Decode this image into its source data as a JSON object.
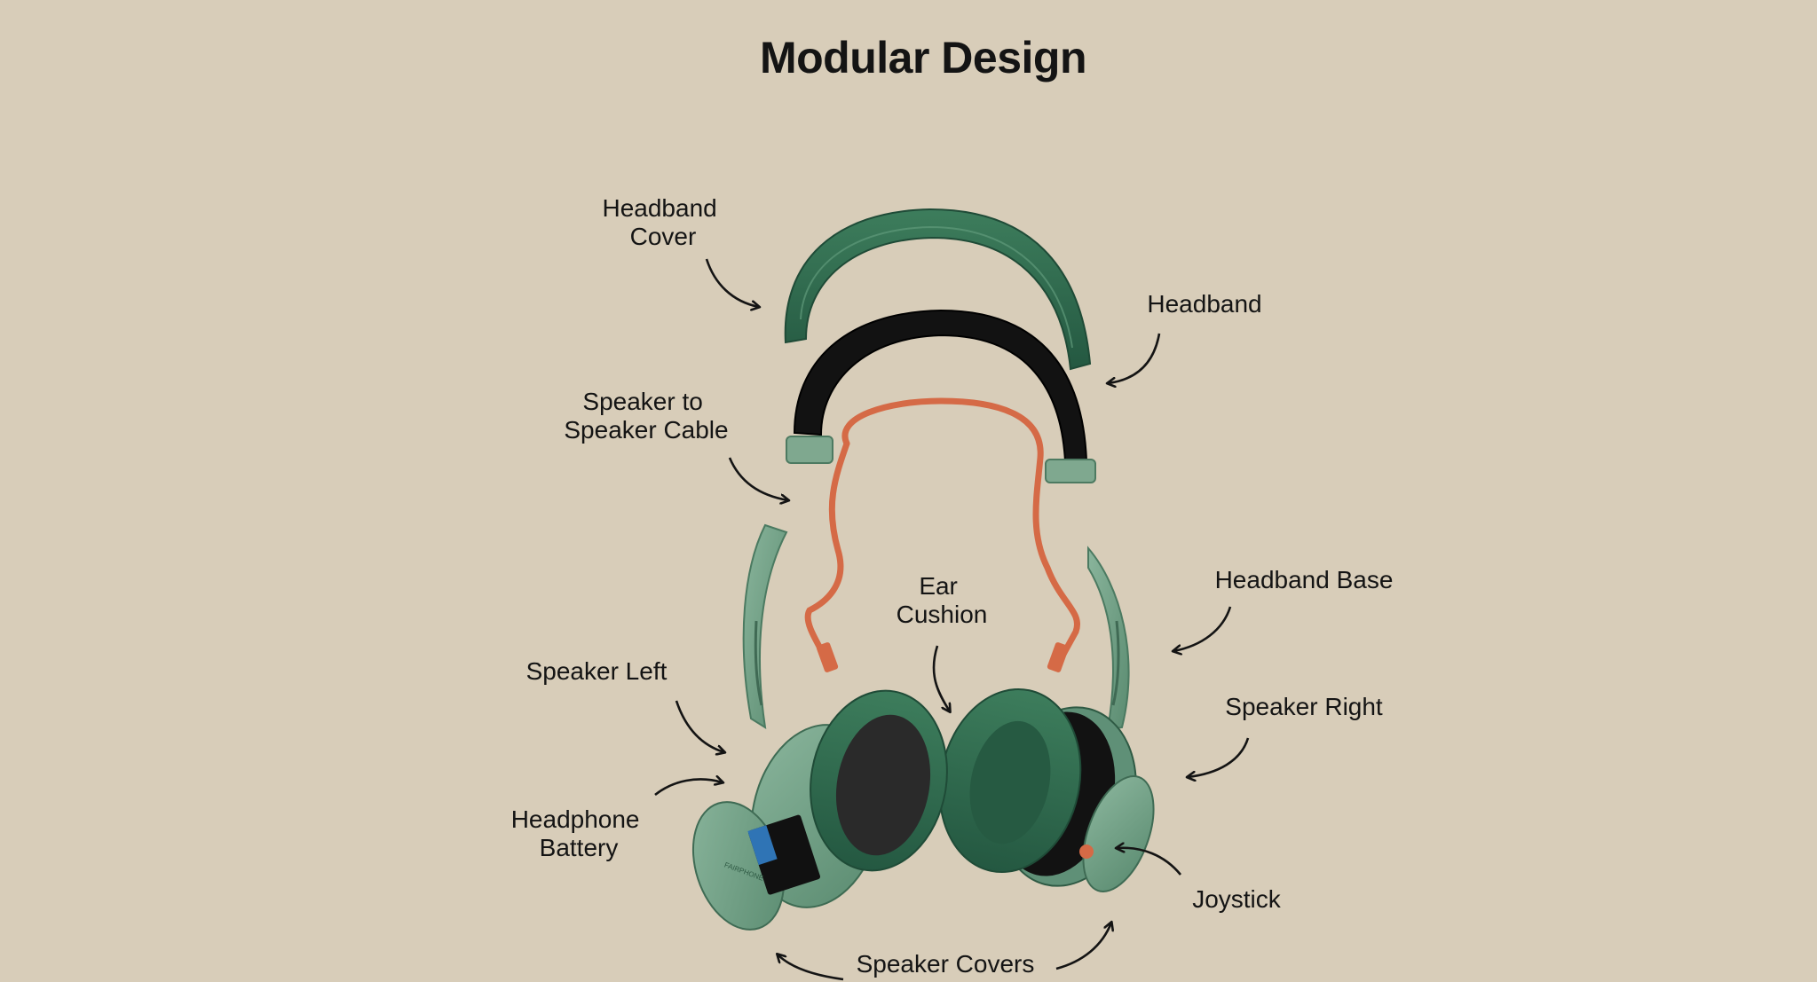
{
  "title": "Modular Design",
  "labels": {
    "headband_cover": [
      "Headband",
      "Cover"
    ],
    "headband": [
      "Headband"
    ],
    "speaker_cable": [
      "Speaker to",
      "Speaker Cable"
    ],
    "ear_cushion": [
      "Ear",
      "Cushion"
    ],
    "headband_base": [
      "Headband Base"
    ],
    "speaker_left": [
      "Speaker Left"
    ],
    "speaker_right": [
      "Speaker Right"
    ],
    "headphone_battery": [
      "Headphone",
      "Battery"
    ],
    "joystick": [
      "Joystick"
    ],
    "speaker_covers": [
      "Speaker Covers"
    ]
  },
  "battery_brand": "FAIRPHONE",
  "colors": {
    "background": "#d8cdb9",
    "green_dark": "#2f6a4d",
    "green_light": "#6f9e85",
    "cable": "#d56a46",
    "inner_band": "#111111"
  }
}
